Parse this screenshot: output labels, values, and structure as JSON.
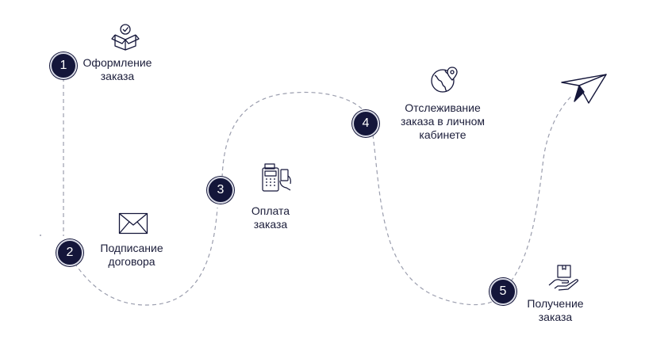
{
  "colors": {
    "navy": "#14163a",
    "path": "#9b9eae",
    "text": "#1b1d3a"
  },
  "steps": [
    {
      "number": "1",
      "label_line1": "Оформление",
      "label_line2": "заказа",
      "icon": "box-check-icon"
    },
    {
      "number": "2",
      "label_line1": "Подписание",
      "label_line2": "договора",
      "icon": "envelope-icon"
    },
    {
      "number": "3",
      "label_line1": "Оплата",
      "label_line2": "заказа",
      "icon": "payment-terminal-icon"
    },
    {
      "number": "4",
      "label_line1": "Отслеживание",
      "label_line2": "заказа в личном",
      "label_line3": "кабинете",
      "icon": "globe-pin-icon"
    },
    {
      "number": "5",
      "label_line1": "Получение",
      "label_line2": "заказа",
      "icon": "hand-package-icon"
    }
  ],
  "end_icon": "paper-plane-icon"
}
